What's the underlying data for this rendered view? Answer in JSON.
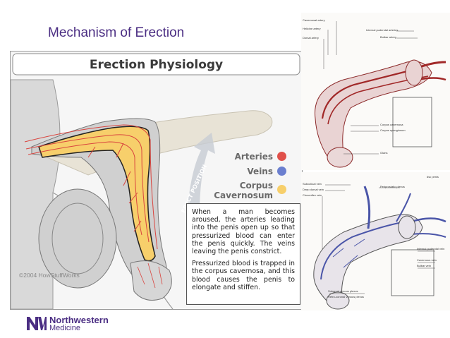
{
  "slide": {
    "title": "Mechanism of Erection",
    "logo_line1": "Northwestern",
    "logo_line2": "Medicine"
  },
  "left_panel": {
    "title": "Erection Physiology",
    "legend": [
      {
        "label": "Arteries",
        "color": "#e0504a"
      },
      {
        "label": "Veins",
        "color": "#6b7fcf"
      },
      {
        "label_line1": "Corpus",
        "label_line2": "Cavernosum",
        "color": "#f7cf6b"
      }
    ],
    "arrow_label": "ERECT POSITION",
    "callout_p1": "When a man becomes aroused, the arteries leading into the penis open up so that pressurized blood can enter the penis quickly. The veins leaving the penis constrict.",
    "callout_p2": "Pressurized blood is trapped in the corpus cavernosa, and this blood causes the penis to elongate and stiffen.",
    "copyright": "©2004 HowStuffWorks"
  },
  "right_top": {
    "labels_left": [
      "Cavernosal artery",
      "Helicine artery",
      "Dorsal artery"
    ],
    "labels_top_right": [
      "Internal pudendal arteries",
      "Bulbar artery"
    ],
    "labels_right": [
      "Corpus cavernosa",
      "Corpus spongiosum",
      "Glans"
    ]
  },
  "right_bottom": {
    "corner_label": "dsc penis",
    "labels_left": [
      "Subcutical vein",
      "Deep dorsal vein",
      "Circumflex vein"
    ],
    "labels_top_right": [
      "Periprostatic plexus"
    ],
    "labels_right": [
      "Internal pudendal vein",
      "Cavernous vein",
      "Bulbar vein"
    ],
    "labels_bottom": [
      "Subarcal venous plexus",
      "Retro-coronal venous plexus"
    ]
  }
}
